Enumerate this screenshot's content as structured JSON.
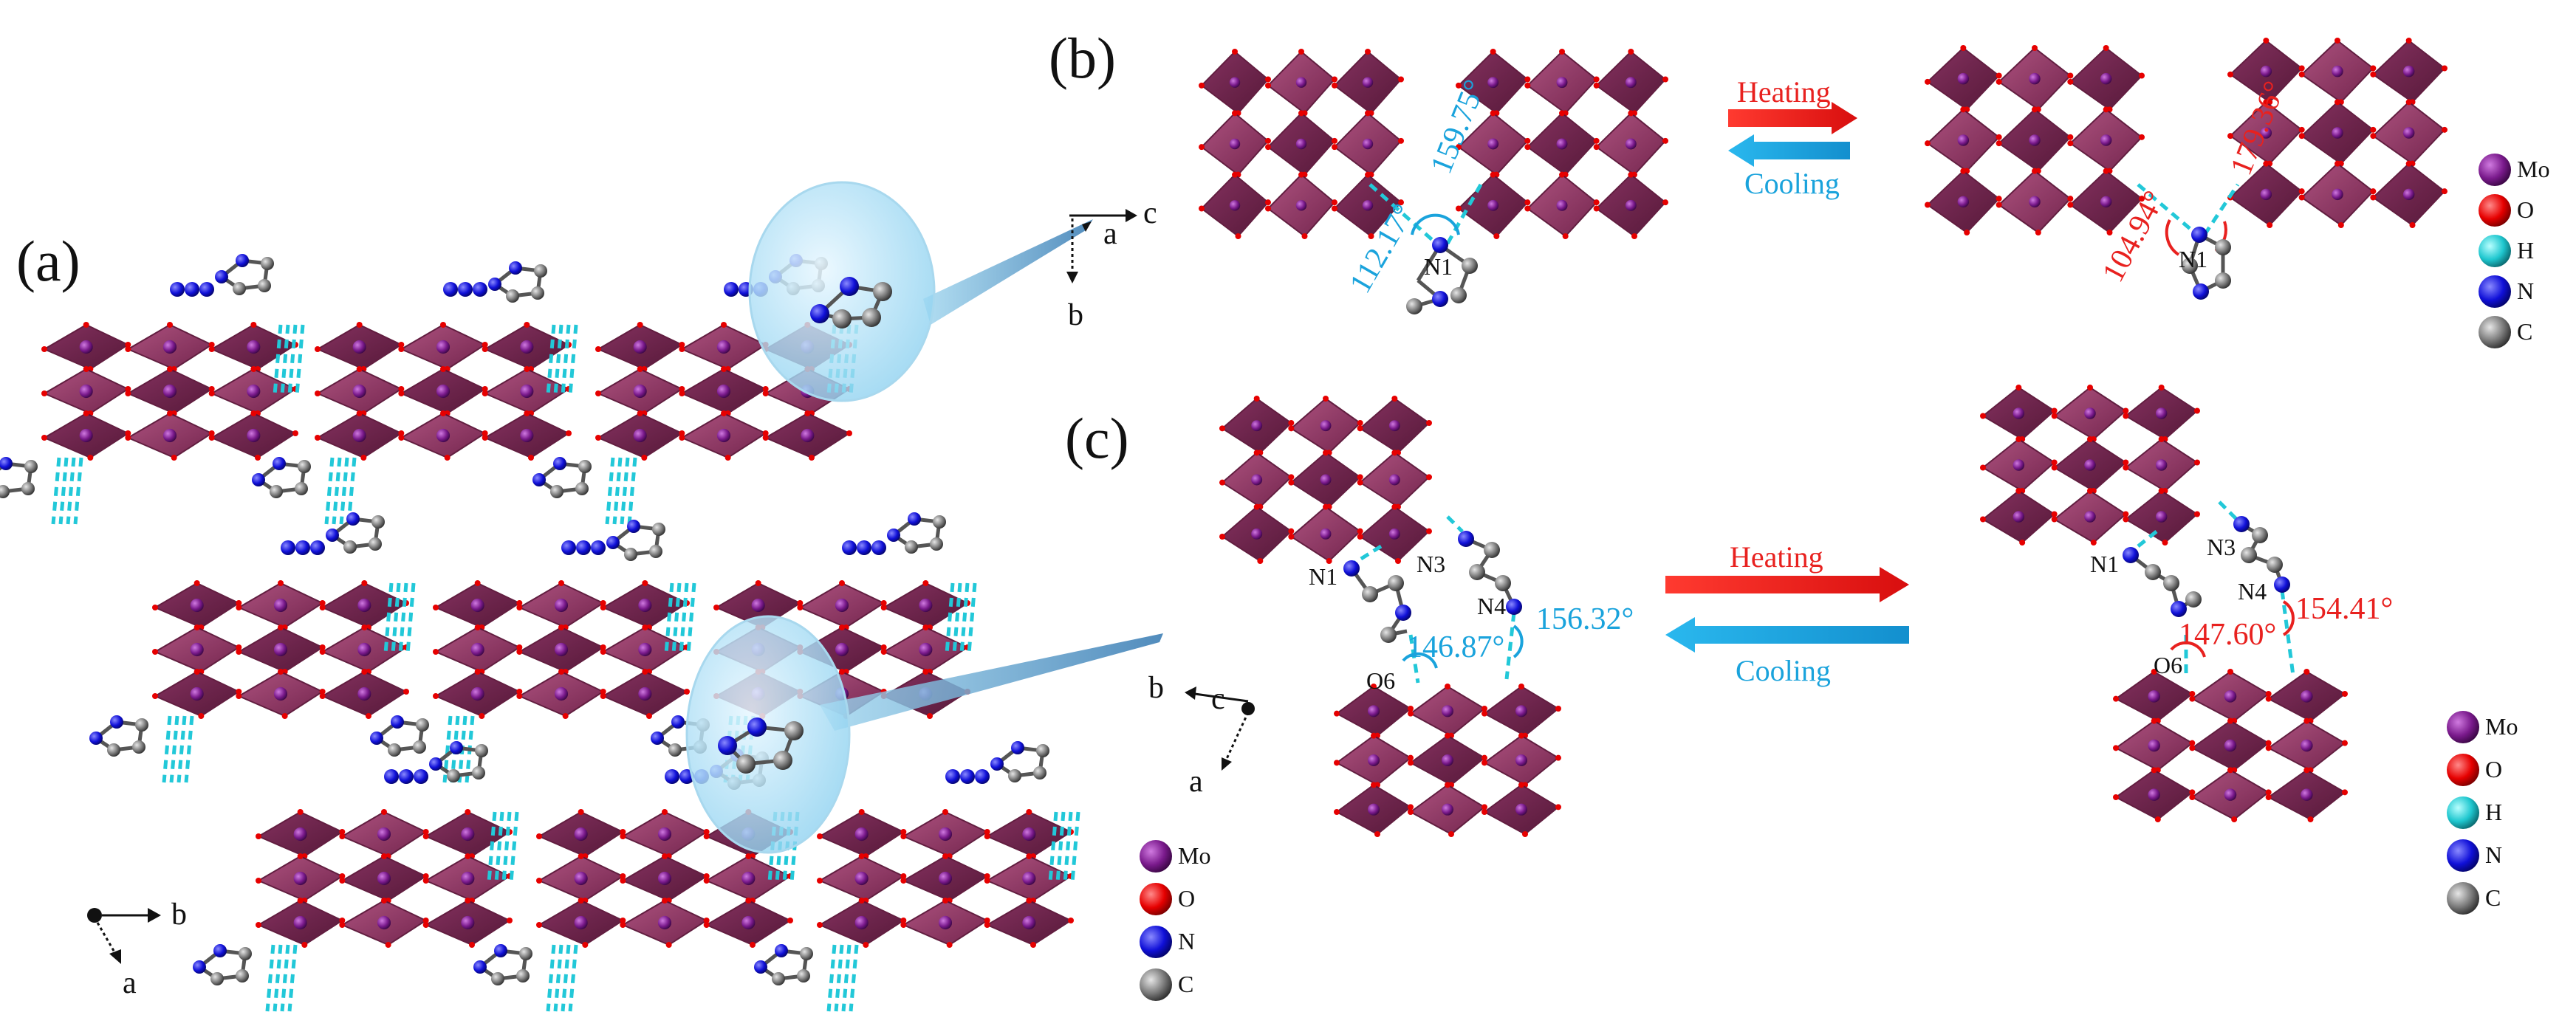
{
  "panels": {
    "a": {
      "label": "(a)"
    },
    "b": {
      "label": "(b)"
    },
    "c": {
      "label": "(c)"
    }
  },
  "colors": {
    "polyhedron": "#8a2a5a",
    "mo": "#7a1a8c",
    "o": "#e60000",
    "h": "#1fc7cf",
    "n": "#1010d8",
    "c": "#7a7a7a",
    "hbond": "#22c8d8",
    "heating": "#e8211f",
    "cooling": "#1aa3dc",
    "magnifier": "#bfe7f7"
  },
  "axes": {
    "a_panel": {
      "horizontal": "b",
      "diagonal": "a"
    },
    "b_panel": {
      "horizontal": "c",
      "depth": "a",
      "vertical": "b"
    },
    "c_panel": {
      "horizontal": "b",
      "depth": "c",
      "diagonal": "a"
    }
  },
  "panel_b": {
    "heating": "Heating",
    "cooling": "Cooling",
    "atom": "N1",
    "before": {
      "angle1": "159.75°",
      "angle2": "112.17°"
    },
    "after": {
      "angle1": "179.36°",
      "angle2": "104.94°"
    },
    "legend": [
      {
        "label": "Mo",
        "icon": "sphere-mo"
      },
      {
        "label": "O",
        "icon": "sphere-o"
      },
      {
        "label": "H",
        "icon": "sphere-h"
      },
      {
        "label": "N",
        "icon": "sphere-n"
      },
      {
        "label": "C",
        "icon": "sphere-c"
      }
    ]
  },
  "panel_c": {
    "heating": "Heating",
    "cooling": "Cooling",
    "atoms": {
      "n1": "N1",
      "n3": "N3",
      "n4": "N4",
      "o6": "O6"
    },
    "before": {
      "angle1": "156.32°",
      "angle2": "146.87°"
    },
    "after": {
      "angle1": "154.41°",
      "angle2": "147.60°"
    },
    "legend": [
      {
        "label": "Mo",
        "icon": "sphere-mo"
      },
      {
        "label": "O",
        "icon": "sphere-o"
      },
      {
        "label": "H",
        "icon": "sphere-h"
      },
      {
        "label": "N",
        "icon": "sphere-n"
      },
      {
        "label": "C",
        "icon": "sphere-c"
      }
    ]
  },
  "panel_a_legend": [
    {
      "label": "Mo",
      "icon": "sphere-mo"
    },
    {
      "label": "O",
      "icon": "sphere-o"
    },
    {
      "label": "N",
      "icon": "sphere-n"
    },
    {
      "label": "C",
      "icon": "sphere-c"
    }
  ]
}
